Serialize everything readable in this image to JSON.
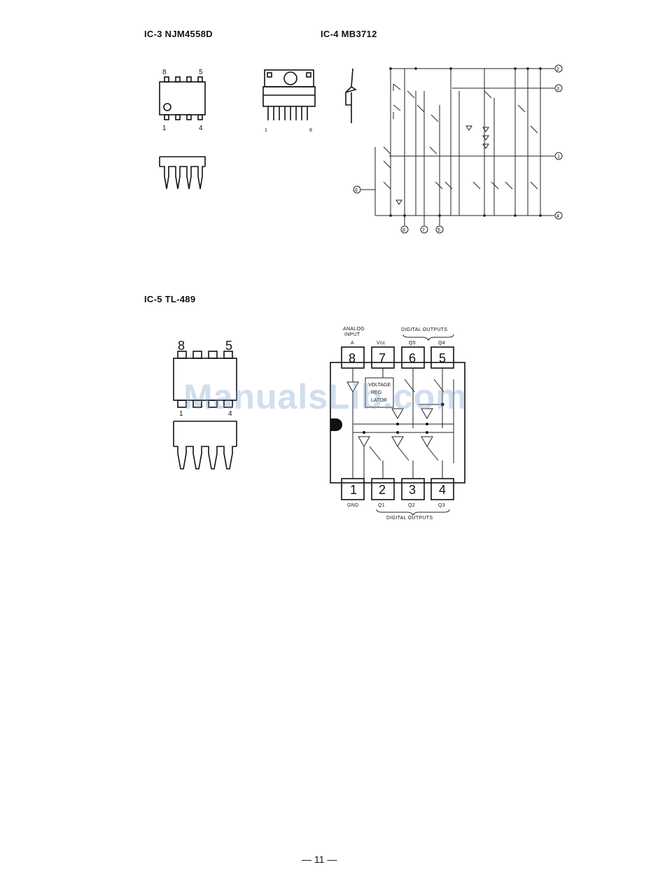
{
  "sections": {
    "ic3_title": "IC-3 NJM4558D",
    "ic4_title": "IC-4 MB3712",
    "ic5_title": "IC-5 TL-489"
  },
  "ic3": {
    "pin_top_left": "8",
    "pin_top_right": "5",
    "pin_bottom_left": "1",
    "pin_bottom_right": "4"
  },
  "ic4": {
    "pkg_pin_left": "1",
    "pkg_pin_right": "8",
    "pins": {
      "p2": "2",
      "p3": "3",
      "p1": "1",
      "p4": "4",
      "p6": "6",
      "p8": "8",
      "p7": "7",
      "p5": "5"
    }
  },
  "ic5": {
    "pkg_pin_top_left": "8",
    "pkg_pin_top_right": "5",
    "pkg_pin_bottom_left": "1",
    "pkg_pin_bottom_right": "4",
    "top_pins": [
      "8",
      "7",
      "6",
      "5"
    ],
    "bottom_pins": [
      "1",
      "2",
      "3",
      "4"
    ],
    "top_labels": [
      "A",
      "Vcc",
      "Q5",
      "Q4"
    ],
    "bottom_labels": [
      "GND",
      "Q1",
      "Q2",
      "Q3"
    ],
    "analog_input_line1": "ANALOG",
    "analog_input_line2": "INPUT",
    "digital_outputs_top": "DIGITAL  OUTPUTS",
    "digital_outputs_bottom": "DIGITAL  OUTPUTS",
    "regulator_line1": "VOLTAGE",
    "regulator_line2": "REG",
    "regulator_line3": "LATOR"
  },
  "watermark": "ManualsLib.com",
  "footer": {
    "page_number": "— 11 —"
  }
}
